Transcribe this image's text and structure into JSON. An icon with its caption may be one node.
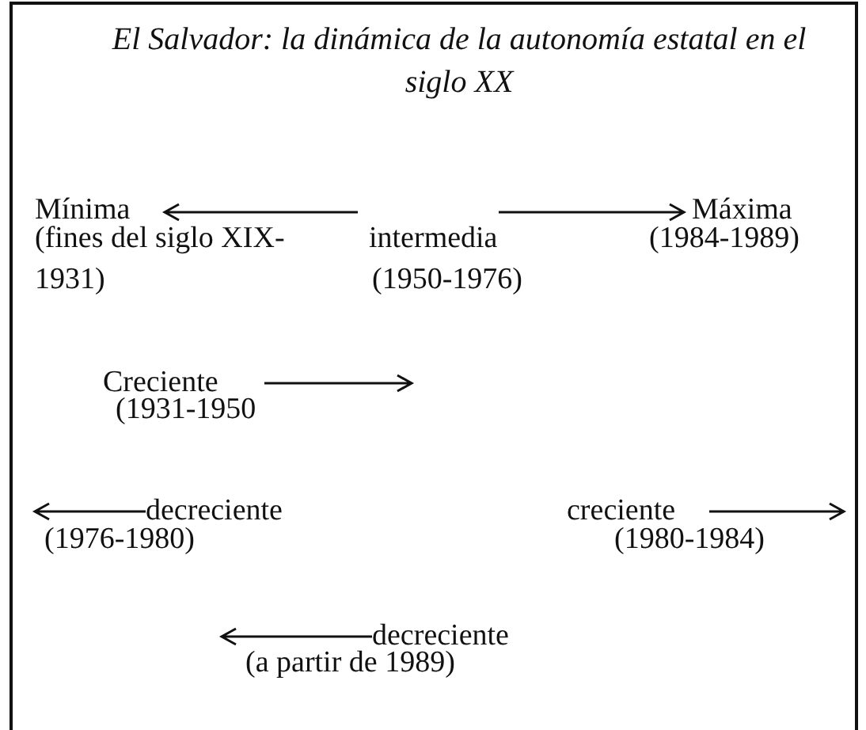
{
  "diagram": {
    "title": "El Salvador: la dinámica de la autonomía estatal en el siglo XX",
    "labels": [
      "Mínima",
      "(fines del siglo XIX-1931)",
      "intermedia",
      "(1950-1976)",
      "Máxima",
      "(1984-1989)",
      "Creciente",
      "(1931-1950",
      "decreciente",
      "(1976-1980)",
      "creciente",
      "(1980-1984)",
      "decreciente",
      "(a partir de 1989)"
    ]
  }
}
